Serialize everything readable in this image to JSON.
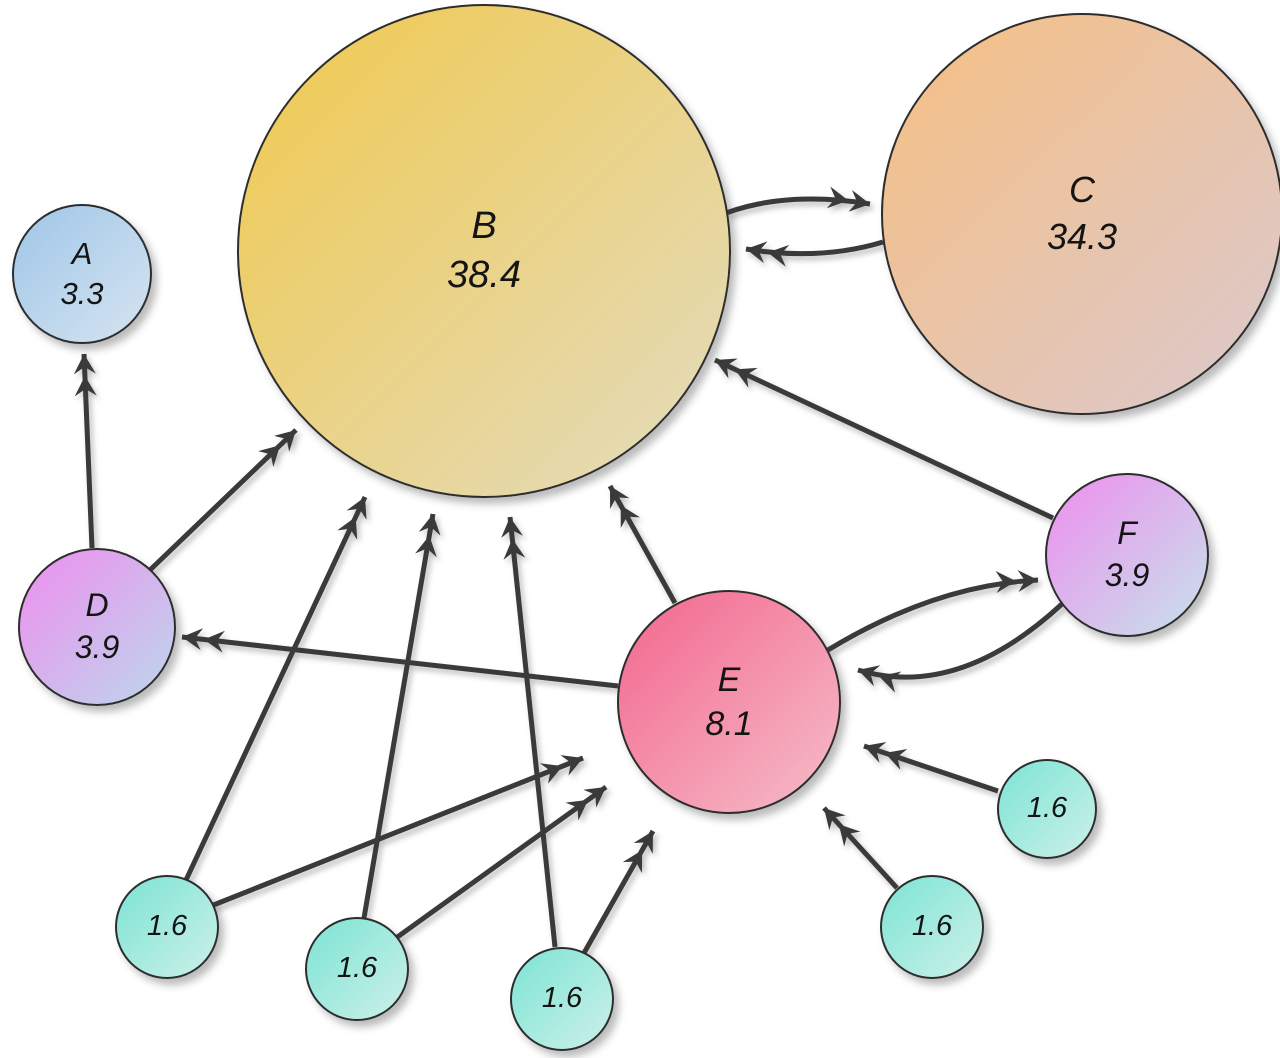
{
  "palette": {
    "edge_color": "#3a3a3a",
    "node_border": "#2d2d2d",
    "background": "#ffffff",
    "node_fills": {
      "A": [
        "#9fc6e8",
        "#d6e4f0"
      ],
      "B": [
        "#f1c94d",
        "#e3dcc0"
      ],
      "C": [
        "#f6bf82",
        "#dbc9ce"
      ],
      "D": [
        "#ee8eee",
        "#bcd8ec"
      ],
      "E": [
        "#f2668e",
        "#f6bdc9"
      ],
      "F": [
        "#ee8eee",
        "#c6e3ea"
      ],
      "small": [
        "#7ce4d4",
        "#cdf0e9"
      ]
    }
  },
  "nodes": {
    "A": {
      "label": "A",
      "value": "3.3"
    },
    "B": {
      "label": "B",
      "value": "38.4"
    },
    "C": {
      "label": "C",
      "value": "34.3"
    },
    "D": {
      "label": "D",
      "value": "3.9"
    },
    "E": {
      "label": "E",
      "value": "8.1"
    },
    "F": {
      "label": "F",
      "value": "3.9"
    },
    "s1": {
      "label": "",
      "value": "1.6"
    },
    "s2": {
      "label": "",
      "value": "1.6"
    },
    "s3": {
      "label": "",
      "value": "1.6"
    },
    "s4": {
      "label": "",
      "value": "1.6"
    },
    "s5": {
      "label": "",
      "value": "1.6"
    }
  },
  "edges": [
    {
      "from": "B",
      "to": "C"
    },
    {
      "from": "C",
      "to": "B"
    },
    {
      "from": "D",
      "to": "A"
    },
    {
      "from": "D",
      "to": "B"
    },
    {
      "from": "E",
      "to": "B"
    },
    {
      "from": "E",
      "to": "D"
    },
    {
      "from": "E",
      "to": "F"
    },
    {
      "from": "F",
      "to": "B"
    },
    {
      "from": "F",
      "to": "E"
    },
    {
      "from": "s1",
      "to": "B"
    },
    {
      "from": "s1",
      "to": "E"
    },
    {
      "from": "s2",
      "to": "B"
    },
    {
      "from": "s2",
      "to": "E"
    },
    {
      "from": "s3",
      "to": "B"
    },
    {
      "from": "s3",
      "to": "E"
    },
    {
      "from": "s4",
      "to": "E"
    },
    {
      "from": "s5",
      "to": "E"
    }
  ]
}
